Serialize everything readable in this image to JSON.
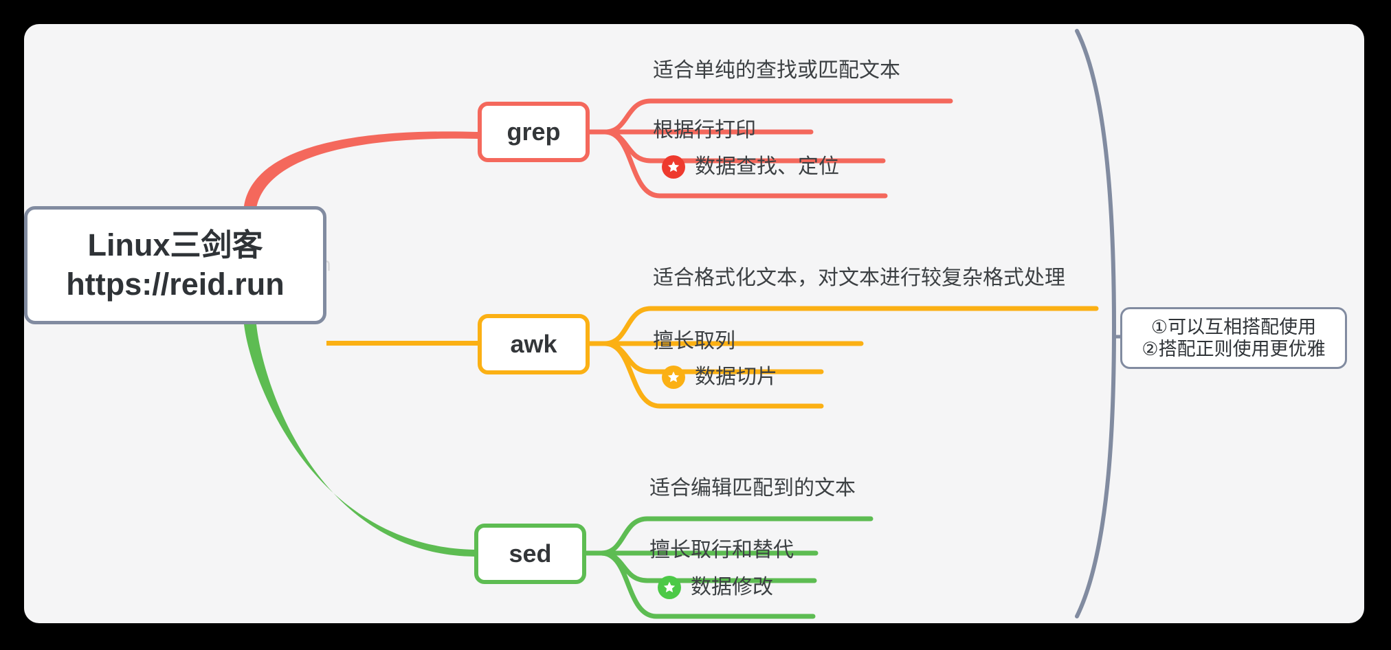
{
  "canvas": {
    "background_color": "#F5F5F6",
    "outer_background_color": "#000000",
    "watermark": "https://reid.run"
  },
  "root": {
    "line1": "Linux三剑客",
    "line2": "https://reid.run",
    "border_color": "#818BA0"
  },
  "branches": [
    {
      "id": "grep",
      "label": "grep",
      "color": "#F4685C",
      "leaves": [
        {
          "text": "适合单纯的查找或匹配文本",
          "icon": "none"
        },
        {
          "text": "根据行打印",
          "icon": "none"
        },
        {
          "text": "数据查找、定位",
          "icon": "star-icon"
        }
      ]
    },
    {
      "id": "awk",
      "label": "awk",
      "color": "#FBB014",
      "leaves": [
        {
          "text": "适合格式化文本，对文本进行较复杂格式处理",
          "icon": "none"
        },
        {
          "text": "擅长取列",
          "icon": "none"
        },
        {
          "text": "数据切片",
          "icon": "star-icon"
        }
      ]
    },
    {
      "id": "sed",
      "label": "sed",
      "color": "#5DBC52",
      "leaves": [
        {
          "text": "适合编辑匹配到的文本",
          "icon": "none"
        },
        {
          "text": "擅长取行和替代",
          "icon": "none"
        },
        {
          "text": "数据修改",
          "icon": "star-icon"
        }
      ]
    }
  ],
  "summary": {
    "line1": "①可以互相搭配使用",
    "line2": "②搭配正则使用更优雅",
    "border_color": "#818BA0"
  }
}
